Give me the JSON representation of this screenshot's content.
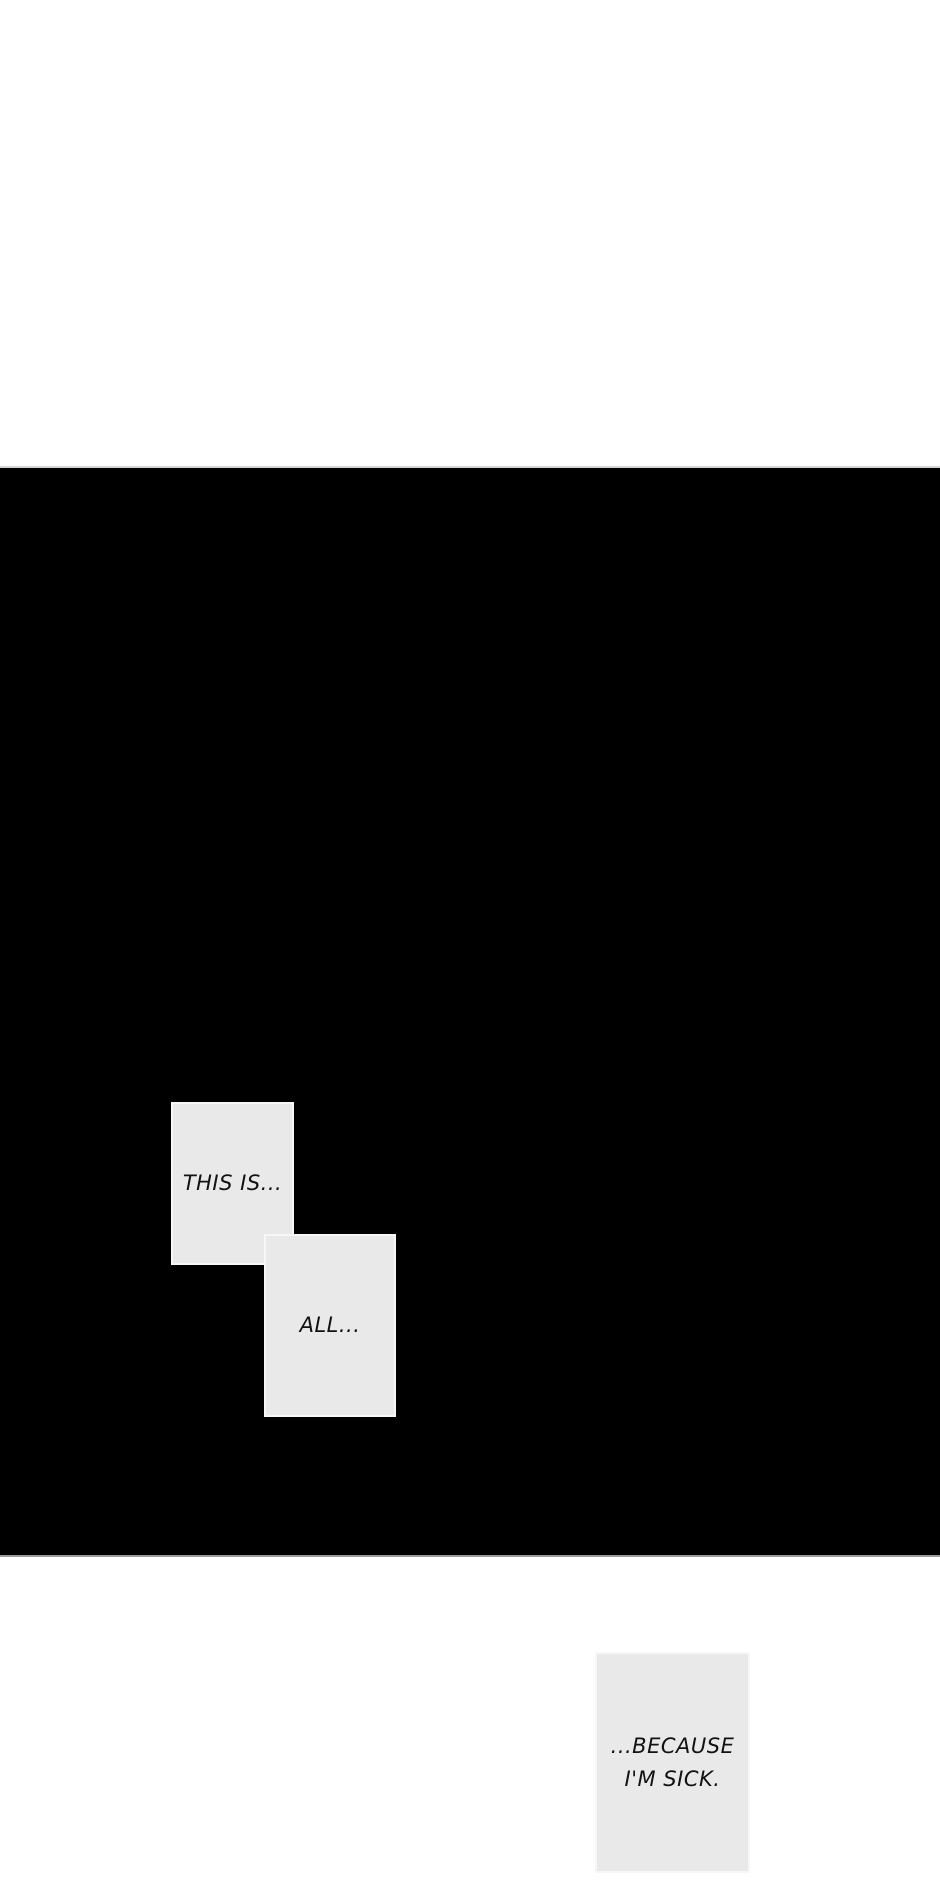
{
  "colors": {
    "page_background": "#ffffff",
    "panel_background": "#000000",
    "caption_background": "#e9e9e9",
    "caption_edge": "#f7f7f7",
    "caption_text": "#121212",
    "panel_top_hairline": "#d4d4d4",
    "panel_bottom_hairline": "#9a9a9a"
  },
  "captions": {
    "first": {
      "text": "THIS IS..."
    },
    "second": {
      "text": "ALL..."
    },
    "third": {
      "lines": [
        "...BECAUSE",
        "I'M SICK."
      ]
    }
  }
}
